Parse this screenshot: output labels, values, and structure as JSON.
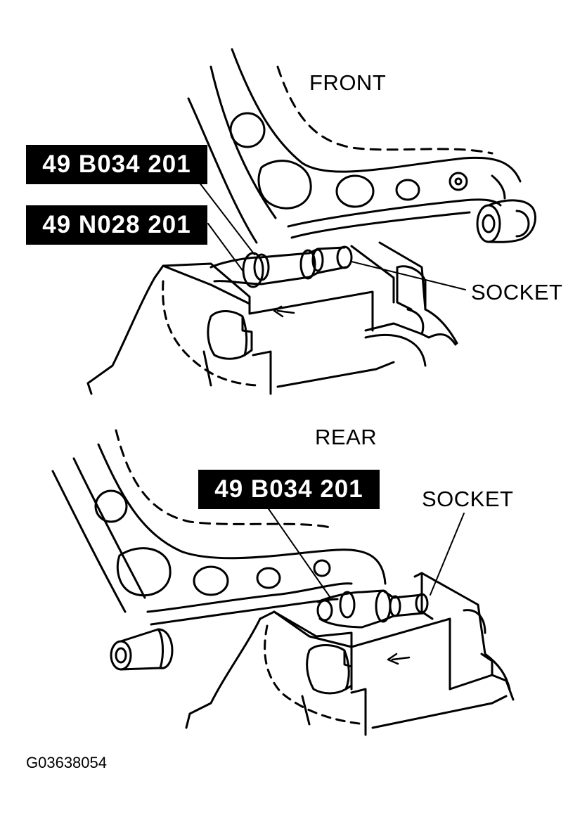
{
  "front": {
    "heading": "FRONT",
    "tool_label_1": "49 B034 201",
    "tool_label_2": "49 N028 201",
    "socket_label": "SOCKET"
  },
  "rear": {
    "heading": "REAR",
    "tool_label": "49 B034 201",
    "socket_label": "SOCKET"
  },
  "figure_code": "G03638054",
  "colors": {
    "ink": "#000000",
    "paper": "#ffffff"
  }
}
